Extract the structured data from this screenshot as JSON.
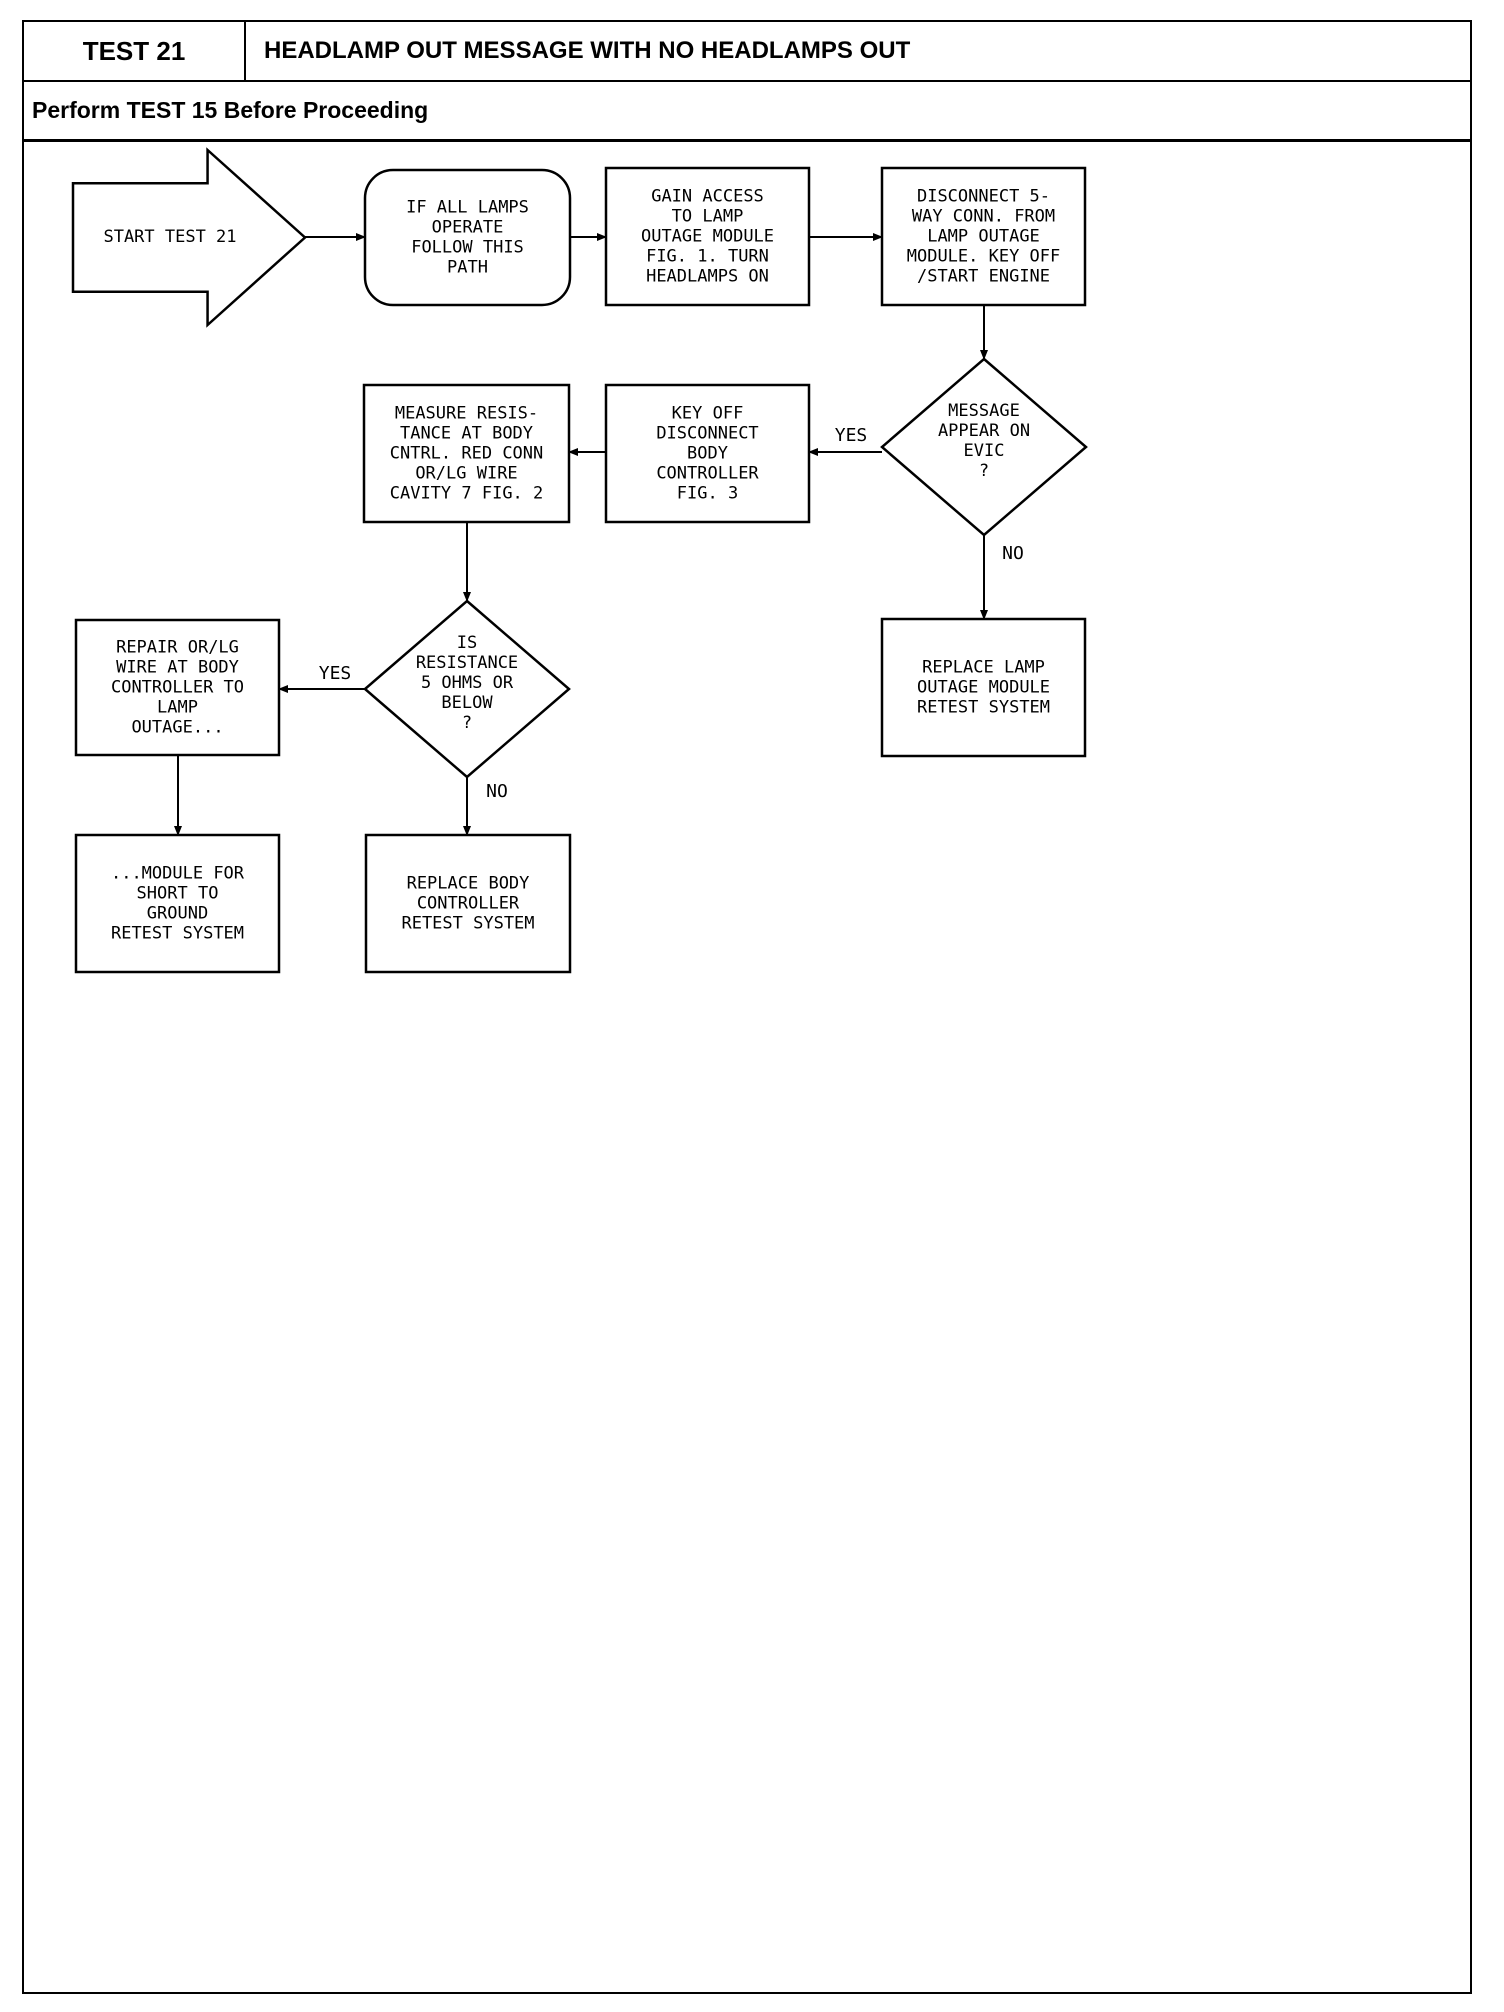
{
  "header": {
    "test_id": "TEST 21",
    "title": "HEADLAMP OUT MESSAGE WITH NO HEADLAMPS OUT",
    "prerequisite": "Perform TEST 15 Before Proceeding"
  },
  "flowchart": {
    "nodes": {
      "start": {
        "shape": "arrow",
        "lines": [
          "START TEST 21"
        ]
      },
      "if_all_lamps": {
        "shape": "rounded-rect",
        "lines": [
          "IF ALL LAMPS",
          "OPERATE",
          "FOLLOW THIS",
          "PATH"
        ]
      },
      "gain_access": {
        "shape": "rect",
        "lines": [
          "GAIN ACCESS",
          "TO LAMP",
          "OUTAGE MODULE",
          "FIG. 1. TURN",
          "HEADLAMPS ON"
        ]
      },
      "disconnect_5way": {
        "shape": "rect",
        "lines": [
          "DISCONNECT 5-",
          "WAY CONN. FROM",
          "LAMP OUTAGE",
          "MODULE. KEY OFF",
          "/START ENGINE"
        ]
      },
      "message_appear": {
        "shape": "diamond",
        "lines": [
          "MESSAGE",
          "APPEAR ON",
          "EVIC",
          "?"
        ]
      },
      "key_off": {
        "shape": "rect",
        "lines": [
          "KEY OFF",
          "DISCONNECT",
          "BODY",
          "CONTROLLER",
          "FIG. 3"
        ]
      },
      "measure_resistance": {
        "shape": "rect",
        "lines": [
          "MEASURE RESIS-",
          "TANCE AT BODY",
          "CNTRL. RED CONN",
          "OR/LG WIRE",
          "CAVITY 7 FIG. 2"
        ]
      },
      "replace_lamp_outage": {
        "shape": "rect",
        "lines": [
          "REPLACE LAMP",
          "OUTAGE MODULE",
          "RETEST SYSTEM"
        ]
      },
      "is_resistance": {
        "shape": "diamond",
        "lines": [
          "IS",
          "RESISTANCE",
          "5 OHMS OR",
          "BELOW",
          "?"
        ]
      },
      "repair_wire": {
        "shape": "rect",
        "lines": [
          "REPAIR OR/LG",
          "WIRE AT BODY",
          "CONTROLLER TO",
          "LAMP",
          "OUTAGE..."
        ]
      },
      "module_short": {
        "shape": "rect",
        "lines": [
          "...MODULE FOR",
          "SHORT TO",
          "GROUND",
          "RETEST SYSTEM"
        ]
      },
      "replace_body_controller": {
        "shape": "rect",
        "lines": [
          "REPLACE BODY",
          "CONTROLLER",
          "RETEST SYSTEM"
        ]
      }
    },
    "edges": [
      {
        "from": "start",
        "to": "if_all_lamps",
        "label": ""
      },
      {
        "from": "if_all_lamps",
        "to": "gain_access",
        "label": ""
      },
      {
        "from": "gain_access",
        "to": "disconnect_5way",
        "label": ""
      },
      {
        "from": "disconnect_5way",
        "to": "message_appear",
        "label": ""
      },
      {
        "from": "message_appear",
        "to": "key_off",
        "label": "YES"
      },
      {
        "from": "message_appear",
        "to": "replace_lamp_outage",
        "label": "NO"
      },
      {
        "from": "key_off",
        "to": "measure_resistance",
        "label": ""
      },
      {
        "from": "measure_resistance",
        "to": "is_resistance",
        "label": ""
      },
      {
        "from": "is_resistance",
        "to": "repair_wire",
        "label": "YES"
      },
      {
        "from": "is_resistance",
        "to": "replace_body_controller",
        "label": "NO"
      },
      {
        "from": "repair_wire",
        "to": "module_short",
        "label": ""
      }
    ]
  },
  "colors": {
    "ink": "#000000",
    "paper": "#ffffff"
  }
}
